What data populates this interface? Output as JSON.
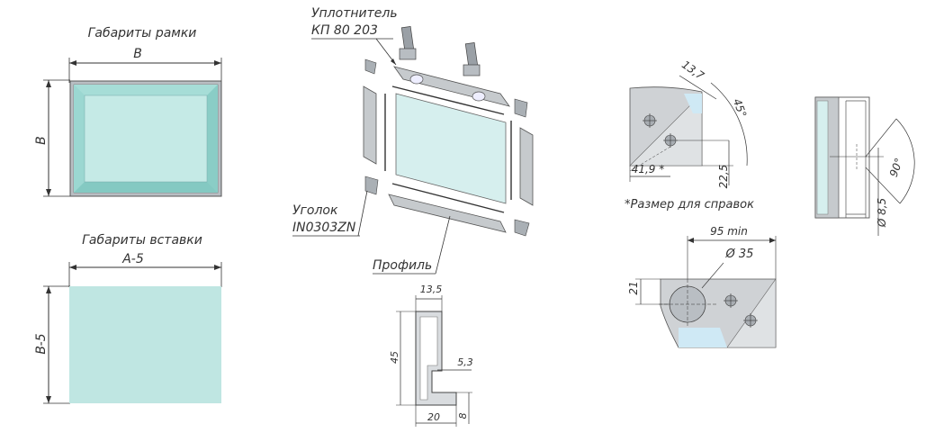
{
  "frame_section": {
    "title": "Габариты рамки",
    "width_label": "B",
    "height_label": "B"
  },
  "insert_section": {
    "title": "Габариты вставки",
    "width_label": "A-5",
    "height_label": "B-5"
  },
  "assembly": {
    "seal_label_line1": "Уплотнитель",
    "seal_label_line2": "КП 80 203",
    "corner_label_line1": "Уголок",
    "corner_label_line2": "IN0303ZN",
    "profile_label": "Профиль"
  },
  "profile_section": {
    "top_width": "13,5",
    "height": "45",
    "lip": "5,3",
    "bottom_width": "20",
    "foot": "8"
  },
  "corner_detail": {
    "d1": "13,7",
    "angle": "45°",
    "d2": "41,9 *",
    "d3": "22,5",
    "note": "*Размер для справок"
  },
  "hinge_hole_detail": {
    "min_distance": "95 min",
    "diameter": "Ø 35",
    "offset": "21"
  },
  "hinge_side_detail": {
    "angle": "90°",
    "diameter": "Ø 8,5"
  },
  "colors": {
    "glass": "#bfe6e2",
    "glass_light": "#d8f0ee",
    "metal": "#c4c8cc",
    "line": "#333333"
  }
}
